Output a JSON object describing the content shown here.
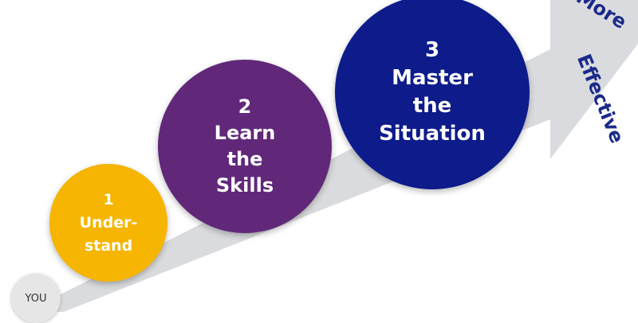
{
  "diagram": {
    "arrow_color": "#dadbde",
    "steps": [
      {
        "number": "",
        "lines": [
          "YOU"
        ],
        "color": "#e6e6e6"
      },
      {
        "number": "1",
        "lines": [
          "Under-",
          "stand"
        ],
        "color": "#f6b500"
      },
      {
        "number": "2",
        "lines": [
          "Learn",
          "the",
          "Skills"
        ],
        "color": "#61287a"
      },
      {
        "number": "3",
        "lines": [
          "Master",
          "the",
          "Situation"
        ],
        "color": "#0d1c8a"
      }
    ],
    "arrow_labels": {
      "more": "More",
      "effective": "Effective",
      "color": "#1a2a8a"
    }
  }
}
